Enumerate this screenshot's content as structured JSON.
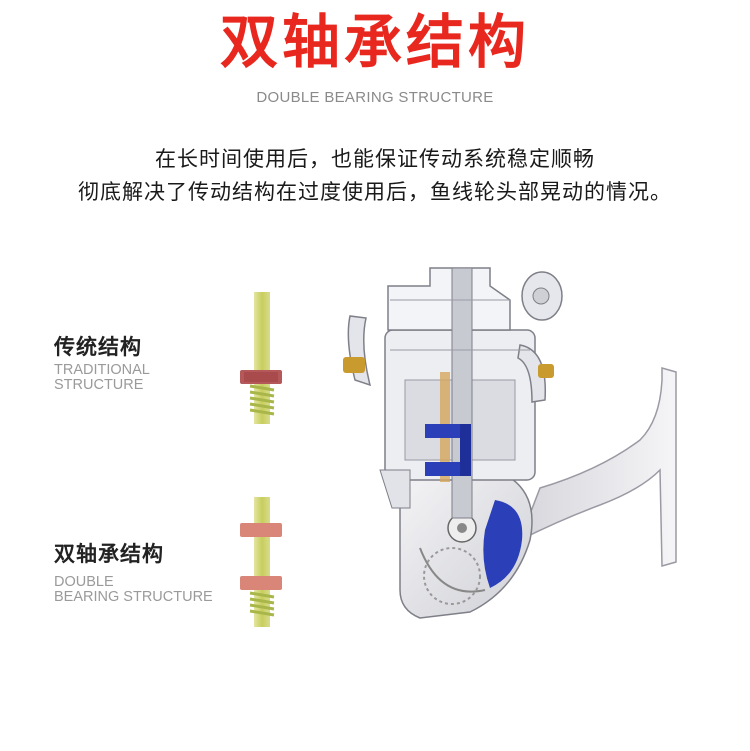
{
  "colors": {
    "title": "#e8271e",
    "accent_blue": "#2a3fb8",
    "gold": "#c99a2e",
    "shaft": "#c9cf6a",
    "bearing": "#c26a5a"
  },
  "heading": {
    "title": "双轴承结构",
    "subtitle": "DOUBLE BEARING STRUCTURE"
  },
  "description": {
    "line1": "在长时间使用后，也能保证传动系统稳定顺畅",
    "line2": "彻底解决了传动结构在过度使用后，鱼线轮头部晃动的情况。"
  },
  "traditional": {
    "label_cn": "传统结构",
    "label_en_1": "TRADITIONAL",
    "label_en_2": "STRUCTURE"
  },
  "double": {
    "label_cn": "双轴承结构",
    "label_en_1": "DOUBLE",
    "label_en_2": "BEARING STRUCTURE"
  }
}
